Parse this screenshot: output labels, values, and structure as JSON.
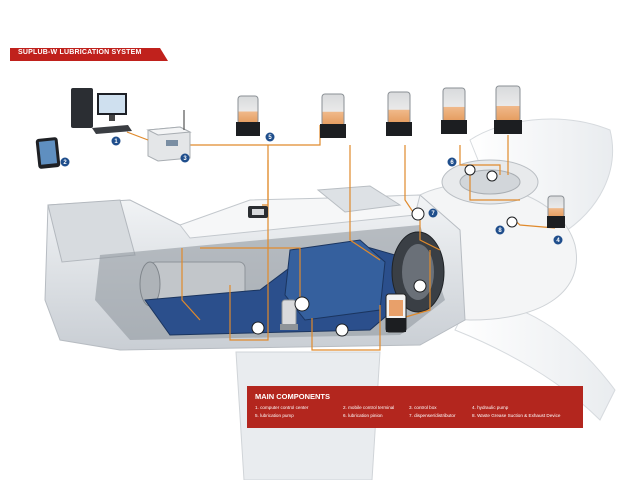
{
  "title": "SUPLUB-W LUBRICATION SYSTEM",
  "callout_numbers": [
    "1",
    "2",
    "3",
    "4",
    "5",
    "6",
    "7",
    "8"
  ],
  "main_components": {
    "heading": "MAIN COMPONENTS",
    "items": [
      "1.  computer control center",
      "2.  mobile control terminal",
      "3.  control box",
      "4.  hydraulic pump",
      "5.  lubrication pump",
      "6.  lubrication pinion",
      "7.  dispenser/distributor",
      "8.  Waste Grease Suction & Exhaust Device"
    ]
  },
  "colors": {
    "banner": "#c0211c",
    "panel": "#b3261e",
    "badge": "#1f4e8c",
    "lube_line": "#e08a2c",
    "nacelle": "#e4e7ea",
    "drive_blue": "#2b4f8c"
  }
}
